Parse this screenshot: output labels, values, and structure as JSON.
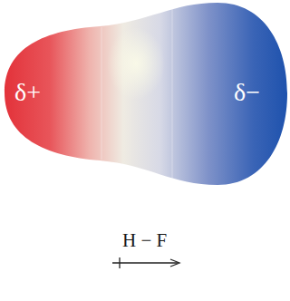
{
  "diagram": {
    "nodes": [
      {
        "text": [
          "δ+",
          "δ−"
        ]
      }
    ],
    "labels": [
      "H − F"
    ]
  }
}
